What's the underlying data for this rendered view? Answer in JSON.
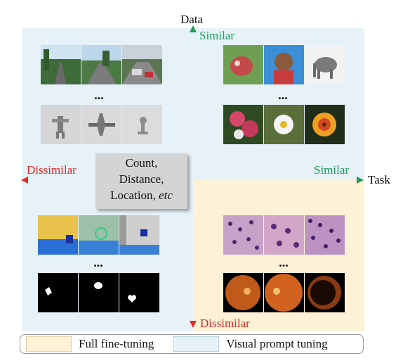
{
  "axes": {
    "data_label": "Data",
    "task_label": "Task",
    "data_top": "Similar",
    "data_bottom": "Dissimilar",
    "task_left": "Dissimilar",
    "task_right": "Similar"
  },
  "center_box": {
    "line1": "Count,",
    "line2": "Distance,",
    "line3": "Location, ",
    "line3_italic": "etc"
  },
  "ellipsis": "...",
  "legend": {
    "full": "Full fine-tuning",
    "visual": "Visual prompt tuning"
  },
  "colors": {
    "blue_region": "#e6f1f8",
    "yellow_region": "#fdf2d6",
    "similar": "#1f9c5a",
    "dissimilar": "#e02a24"
  },
  "image_groups": {
    "top_left_row1": [
      "road scene",
      "road scene",
      "road scene with cars"
    ],
    "top_left_row2": [
      "3D object render",
      "airplane render",
      "object render"
    ],
    "top_right_row1": [
      "animal photo",
      "person portrait",
      "elephant"
    ],
    "top_right_row2": [
      "pink flower",
      "white daisy",
      "orange flower"
    ],
    "bottom_left_row1": [
      "3D maze scene",
      "3D maze scene",
      "3D maze scene"
    ],
    "bottom_left_row2": [
      "binary shape",
      "binary shape",
      "binary shape"
    ],
    "bottom_right_row1": [
      "histopathology",
      "histopathology",
      "histopathology"
    ],
    "bottom_right_row2": [
      "retinal fundus",
      "retinal fundus",
      "retinal fundus"
    ]
  }
}
